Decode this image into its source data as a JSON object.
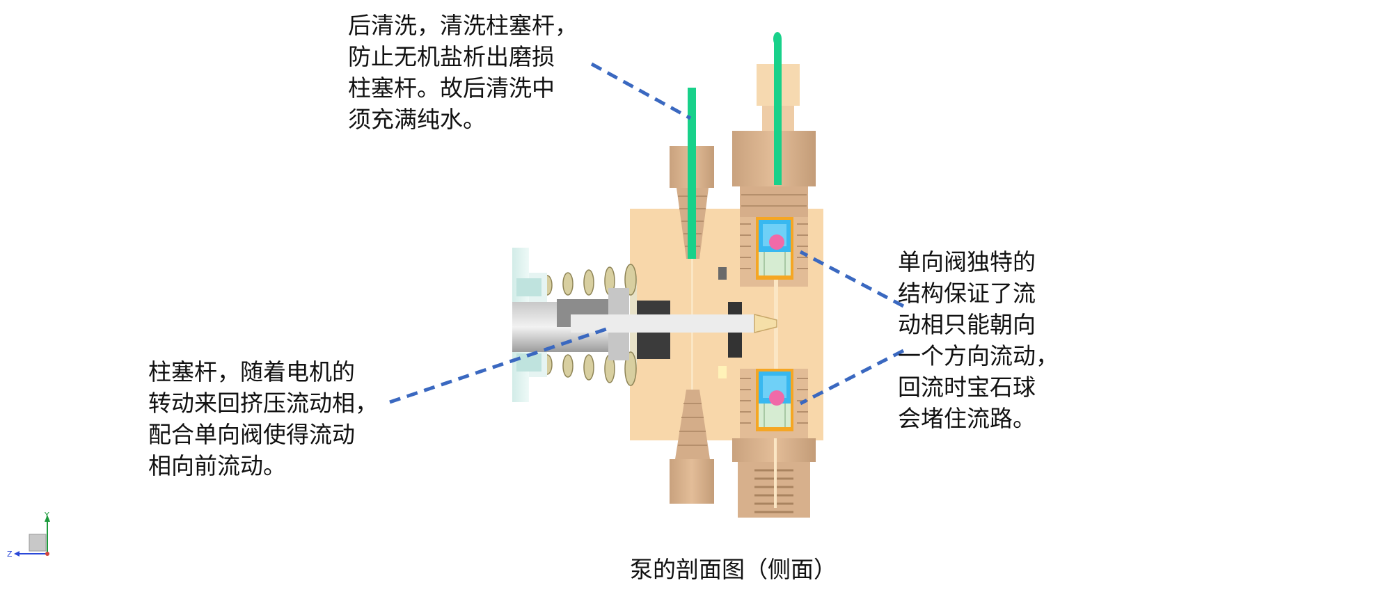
{
  "annotations": {
    "flush": "后清洗，清洗柱塞杆，\n防止无机盐析出磨损\n柱塞杆。故后清洗中\n须充满纯水。",
    "plunger": "柱塞杆，随着电机的\n转动来回挤压流动相，\n配合单向阀使得流动\n相向前流动。",
    "check_valve": "单向阀独特的\n结构保证了流\n动相只能朝向\n一个方向流动，\n回流时宝石球\n会堵住流路。"
  },
  "caption": "泵的剖面图（侧面）",
  "triad": {
    "y_label": "Y",
    "z_label": "Z"
  },
  "colors": {
    "body": "#f8d7aa",
    "fitting": "#d8b08c",
    "fitting_dark": "#b58f6c",
    "tube": "#18d18a",
    "valve_housing": "#38b8f0",
    "valve_seat": "#d6ecd2",
    "ruby_ball": "#f06aa8",
    "seal": "#f5a623",
    "plunger": "#ececec",
    "leader": "#3a68c0"
  }
}
